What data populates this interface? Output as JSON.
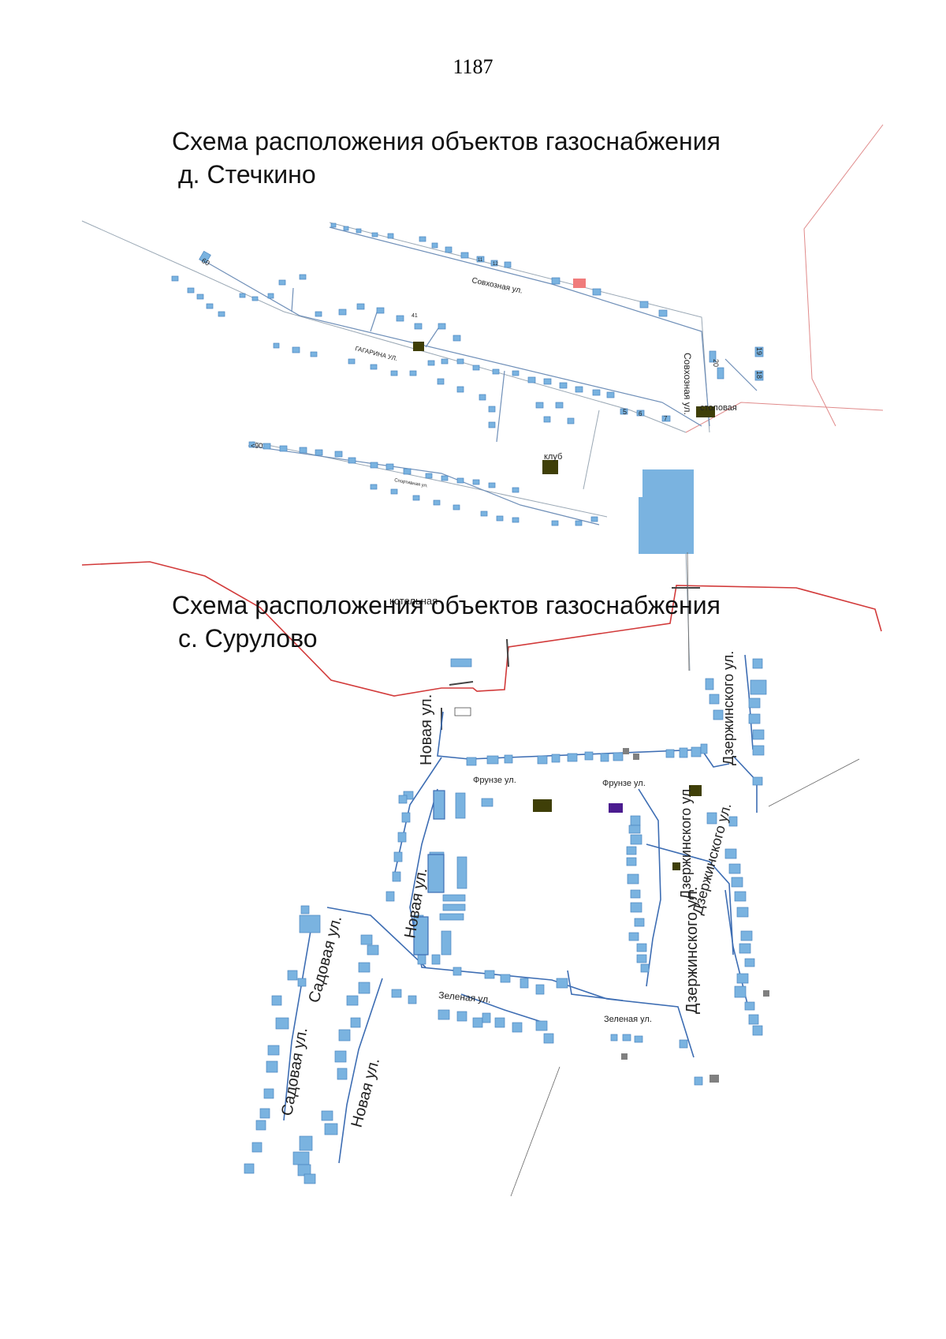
{
  "page_number": "1187",
  "maps": [
    {
      "title_line1": "Схема расположения объектов газоснабжения",
      "title_line2": "д. Стечкино",
      "streets": {
        "sovkhoznaya_h": "Совхозная ул.",
        "sovkhoznaya_v": "Совхозная ул.",
        "gagarina": "ГАГАРИНА УЛ.",
        "sportivnaya": "Спортивная ул."
      },
      "places": {
        "stolovaya": "столовая",
        "klub": "клуб"
      },
      "house_numbers": [
        "60",
        "<90",
        "20",
        "19",
        "18",
        "5",
        "6",
        "7",
        "41",
        "12",
        "11"
      ]
    },
    {
      "title_line1": "Схема расположения объектов газоснабжения",
      "title_line2": "с. Сурулово",
      "overlay_label": "котельная",
      "streets": {
        "novaya_top": "Новая ул.",
        "frunze_left": "Фрунзе ул.",
        "frunze_right": "Фрунзе ул.",
        "dzerzhinskogo_top": "Дзержинского ул.",
        "dzerzhinskogo_mid": "Дзержинского ул.",
        "dzerzhinskogo_center": "Дзержинского ул.",
        "dzerzhinskogo_bottom": "Дзержинского ул.",
        "novaya_mid": "Новая ул.",
        "sadovaya_top": "Садовая ул.",
        "sadovaya_bottom": "Садовая ул.",
        "novaya_bottom": "Новая ул.",
        "zelenaya_left": "Зеленая ул.",
        "zelenaya_right": "Зеленая ул."
      }
    }
  ],
  "colors": {
    "house": "#7ab3e0",
    "house_stroke": "#4a86c0",
    "gas_pipe": "#3d6db3",
    "gas_main": "#d23a3a",
    "road": "#9aa8b5",
    "boundary": "#e08a8a",
    "public_building": "#3f3f08",
    "purple_building": "#4b1c8f",
    "pink_building": "#f07c7c",
    "gray_building": "#808080",
    "reservoir": "#7ab3e0"
  }
}
